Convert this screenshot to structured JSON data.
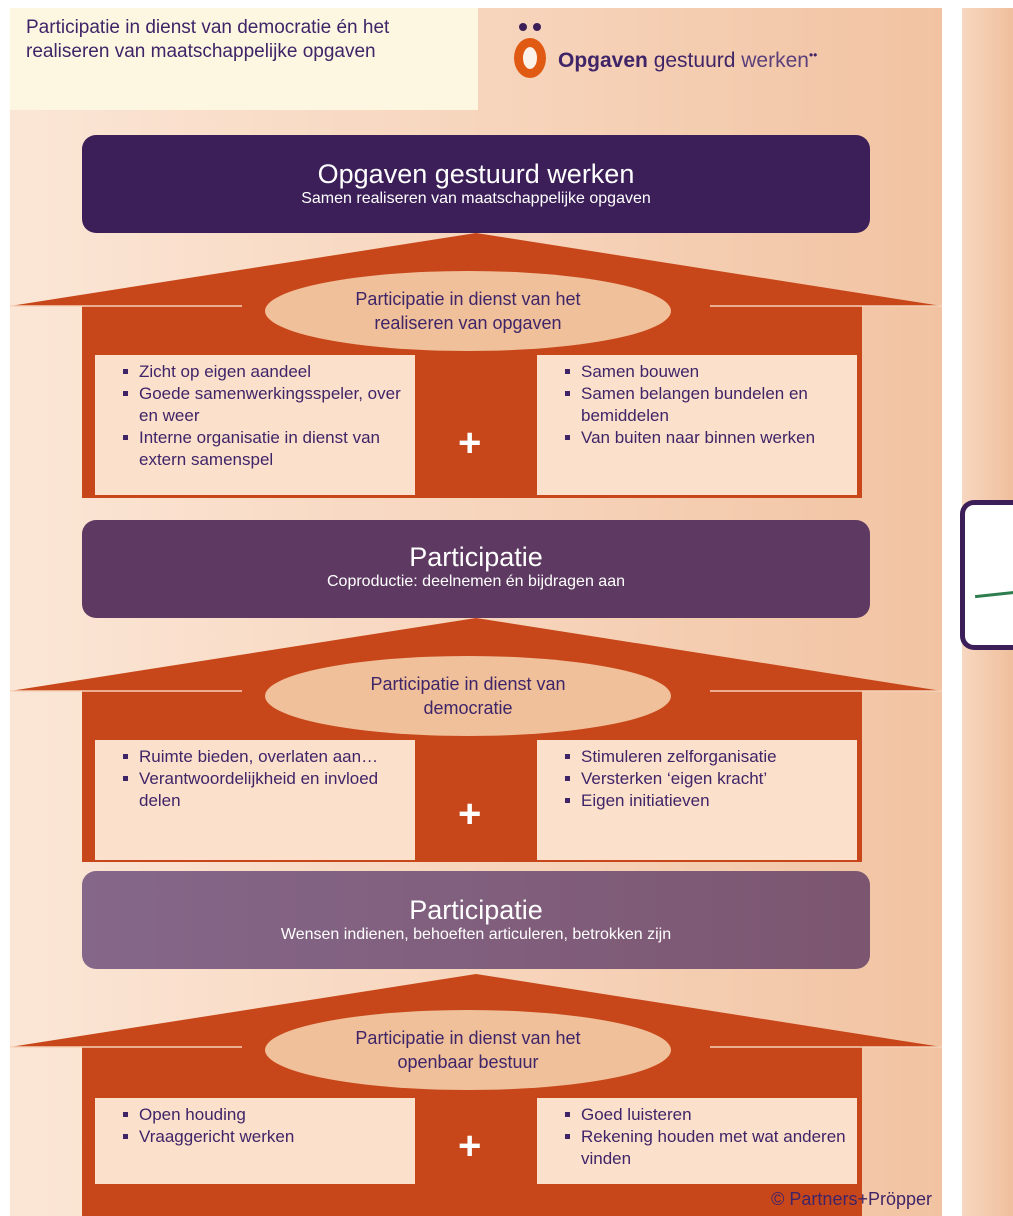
{
  "header": {
    "title": "Participatie in dienst van democratie én het realiseren van maatschappelijke opgaven"
  },
  "logo": {
    "bold": "Opgaven",
    "mid": " gestuurd",
    "light": " werken",
    "dots": "••"
  },
  "top_bar": {
    "title": "Opgaven gestuurd werken",
    "subtitle": "Samen realiseren van maatschappelijke opgaven"
  },
  "section1": {
    "ellipse": [
      "Participatie in dienst van het",
      "realiseren van opgaven"
    ],
    "left": [
      "Zicht op eigen aandeel",
      "Goede samenwerkingsspeler, over en weer",
      "Interne organisatie in dienst van extern samenspel"
    ],
    "plus": "+",
    "right": [
      "Samen bouwen",
      "Samen belangen bundelen en bemiddelen",
      "Van buiten naar binnen werken"
    ]
  },
  "mid_bar": {
    "title": "Participatie",
    "subtitle": "Coproductie: deelnemen én bijdragen aan"
  },
  "section2": {
    "ellipse": [
      "Participatie in dienst van",
      "democratie"
    ],
    "left": [
      "Ruimte bieden, overlaten aan…",
      "Verantwoordelijkheid en invloed delen"
    ],
    "plus": "+",
    "right": [
      "Stimuleren zelforganisatie",
      "Versterken ‘eigen kracht’",
      "Eigen initiatieven"
    ]
  },
  "low_bar": {
    "title": "Participatie",
    "subtitle": "Wensen indienen, behoeften articuleren, betrokken zijn"
  },
  "section3": {
    "ellipse": [
      "Participatie in dienst van het",
      "openbaar bestuur"
    ],
    "left": [
      "Open houding",
      "Vraaggericht werken"
    ],
    "plus": "+",
    "right": [
      "Goed luisteren",
      "Rekening houden met wat anderen vinden"
    ]
  },
  "copyright": "© Partners+Pröpper",
  "colors": {
    "dark_purple": "#3c1f59",
    "mid_purple": "#5e3a63",
    "light_purple": "#85627f",
    "orange": "#c8471a",
    "ellipse": "#efc09a",
    "box": "#fbe0cc"
  }
}
